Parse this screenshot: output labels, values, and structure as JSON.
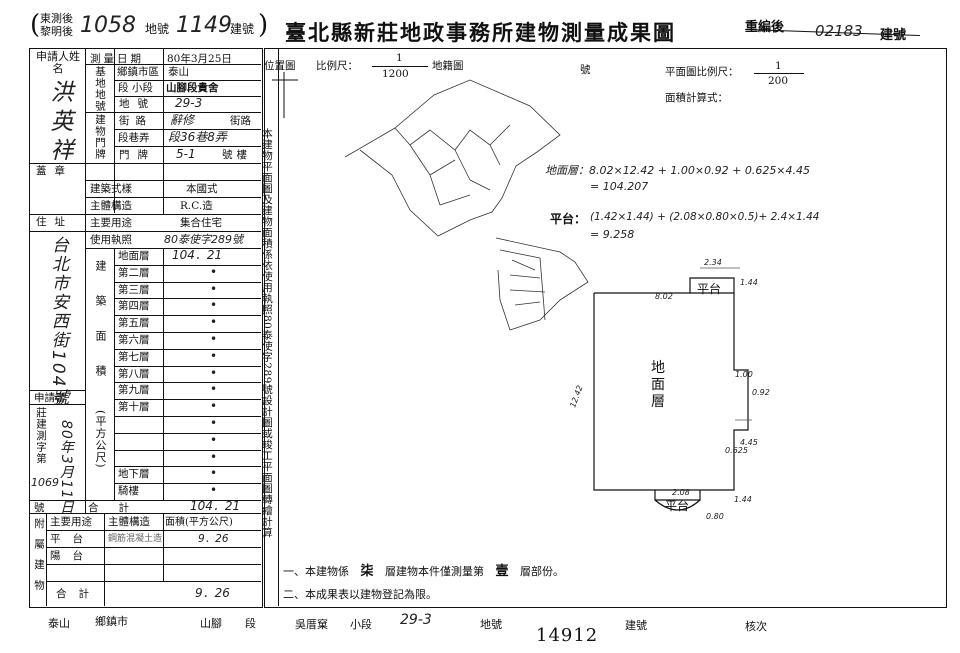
{
  "header": {
    "code_box": {
      "line1": "東測後",
      "line2": "黎明後",
      "prefix": "(",
      "suffix": ")"
    },
    "land_no_hw": "1058",
    "land_label": "地號",
    "bldg_no_hw": "1149",
    "bldg_label": "建號",
    "title": "臺北縣新莊地政事務所建物測量成果圖",
    "reorg_label": "重編後",
    "reorg_no_hw": "02183",
    "reorg_suffix": "建號"
  },
  "applicant": {
    "label": "申請人姓名",
    "name_hw": "洪英祥",
    "seal_label": "蓋章",
    "address_label": "住址",
    "address_hw": "台北市安西街104號",
    "req_label": "申請書",
    "req_no_label": "莊建測字第",
    "req_no_hw": "1069",
    "req_date_hw": "80年3月11日",
    "date_unit": "號"
  },
  "survey": {
    "date_label": "測量日期",
    "date_value": "80年3月25日",
    "base_land_label": "基地地號",
    "town_label": "鄉鎮市區",
    "town_value": "泰山",
    "section_label": "段 小段",
    "section_value": "山腳段貴舍",
    "section_sub": "小段",
    "lot_label": "地號",
    "lot_value": "29-3",
    "door_label": "建物門牌",
    "street_label": "街路",
    "street_value": "辭修",
    "street_unit": "街路",
    "lane_label": "段巷弄",
    "lane_value": "段36巷8弄",
    "number_label": "門牌",
    "number_value": "5-1",
    "number_unit": "號樓",
    "style_label": "建築式樣",
    "style_value": "本國式",
    "structure_label": "主體構造",
    "structure_value": "R.C.造",
    "use_label": "主要用途",
    "use_value": "集合住宅",
    "permit_label": "使用執照",
    "permit_value": "80泰使字289號"
  },
  "floors": {
    "group_label": "建築面積",
    "unit_label": "(平方公尺)",
    "rows": [
      {
        "name": "地面層",
        "value": "104．21"
      },
      {
        "name": "第二層",
        "value": "•"
      },
      {
        "name": "第三層",
        "value": "•"
      },
      {
        "name": "第四層",
        "value": "•"
      },
      {
        "name": "第五層",
        "value": "•"
      },
      {
        "name": "第六層",
        "value": "•"
      },
      {
        "name": "第七層",
        "value": "•"
      },
      {
        "name": "第八層",
        "value": "•"
      },
      {
        "name": "第九層",
        "value": "•"
      },
      {
        "name": "第十層",
        "value": "•"
      },
      {
        "name": "",
        "value": "•"
      },
      {
        "name": "",
        "value": "•"
      },
      {
        "name": "",
        "value": "•"
      },
      {
        "name": "地下層",
        "value": "•"
      },
      {
        "name": "騎樓",
        "value": "•"
      }
    ],
    "total_label": "合計",
    "total_value": "104．21"
  },
  "attached": {
    "label": "附屬建物",
    "h_use": "主要用途",
    "h_struct": "主體構造",
    "h_area": "面積(平方公尺)",
    "rows": [
      {
        "use": "平台",
        "struct": "鋼筋混凝土造",
        "area": "9．26"
      },
      {
        "use": "陽台",
        "struct": "",
        "area": ""
      },
      {
        "use": "",
        "struct": "",
        "area": ""
      }
    ],
    "total_label": "合計",
    "total_value": "9．26"
  },
  "side_note": "本建物平面圖及建物面積係依使用執照80泰使字289號設計圖或竣工平面圖轉繪計算",
  "location_map": {
    "label": "位置圖",
    "scale_label": "比例尺：",
    "scale_num": "1",
    "scale_den": "1200",
    "map_label": "地籍圖",
    "map_unit": "號"
  },
  "plan": {
    "scale_label": "平面圖比例尺：",
    "scale_num": "1",
    "scale_den": "200",
    "calc_label": "面積計算式：",
    "calc_ground_hw": "地面層：8.02×12.42 + 1.00×0.92 + 0.625×4.45",
    "calc_ground_result_hw": "= 104.207",
    "calc_platform_label": "平台：",
    "calc_platform_hw": "(1.42×1.44) + (2.08×0.80×0.5)+ 2.4×1.44",
    "calc_platform_result_hw": "= 9.258",
    "main_label": "地面層",
    "platform_top": "平台",
    "platform_bottom": "平台",
    "dims": {
      "top": "8.02",
      "left": "12.42",
      "top_platform": "2.34",
      "top_platform_side": "1.44",
      "right1": "1.00",
      "right2": "0.92",
      "right3": "4.45",
      "right4": "0.625",
      "bottom": "2.08",
      "bottom_platform": "0.80",
      "bottom_side": "1.44"
    }
  },
  "notes": {
    "n1_prefix": "一、本建物係",
    "n1_floors": "柒",
    "n1_mid": "層建物本件僅測量第",
    "n1_floor": "壹",
    "n1_suffix": "層部份。",
    "n2": "二、本成果表以建物登記為限。"
  },
  "footer": {
    "town": "泰山",
    "town_label": "鄉鎮市",
    "section": "山腳",
    "section_label": "段",
    "subsection": "吳厝窠",
    "subsection_label": "小段",
    "lot_hw": "29-3",
    "lot_label": "地號",
    "stamp_no": "14912",
    "bldg_label": "建號",
    "check_label": "核次"
  }
}
